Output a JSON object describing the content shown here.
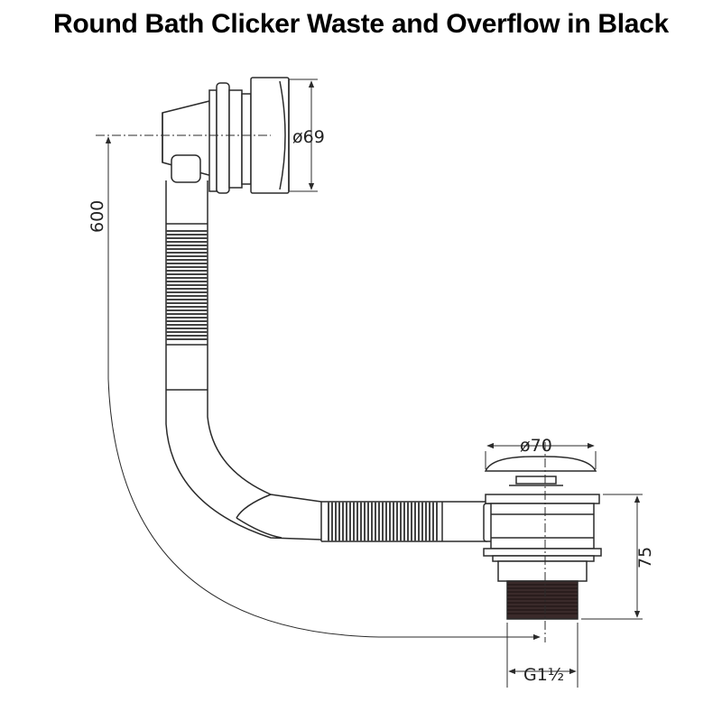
{
  "title": "Round Bath Clicker Waste and Overflow in Black",
  "dimensions": {
    "overflow_diameter": "ø69",
    "length": "600",
    "waste_diameter": "ø70",
    "height": "75",
    "thread": "G1½"
  },
  "colors": {
    "line": "#2b2b2b",
    "thread_fill": "#3a2a2a",
    "corrugation": "#444444"
  }
}
